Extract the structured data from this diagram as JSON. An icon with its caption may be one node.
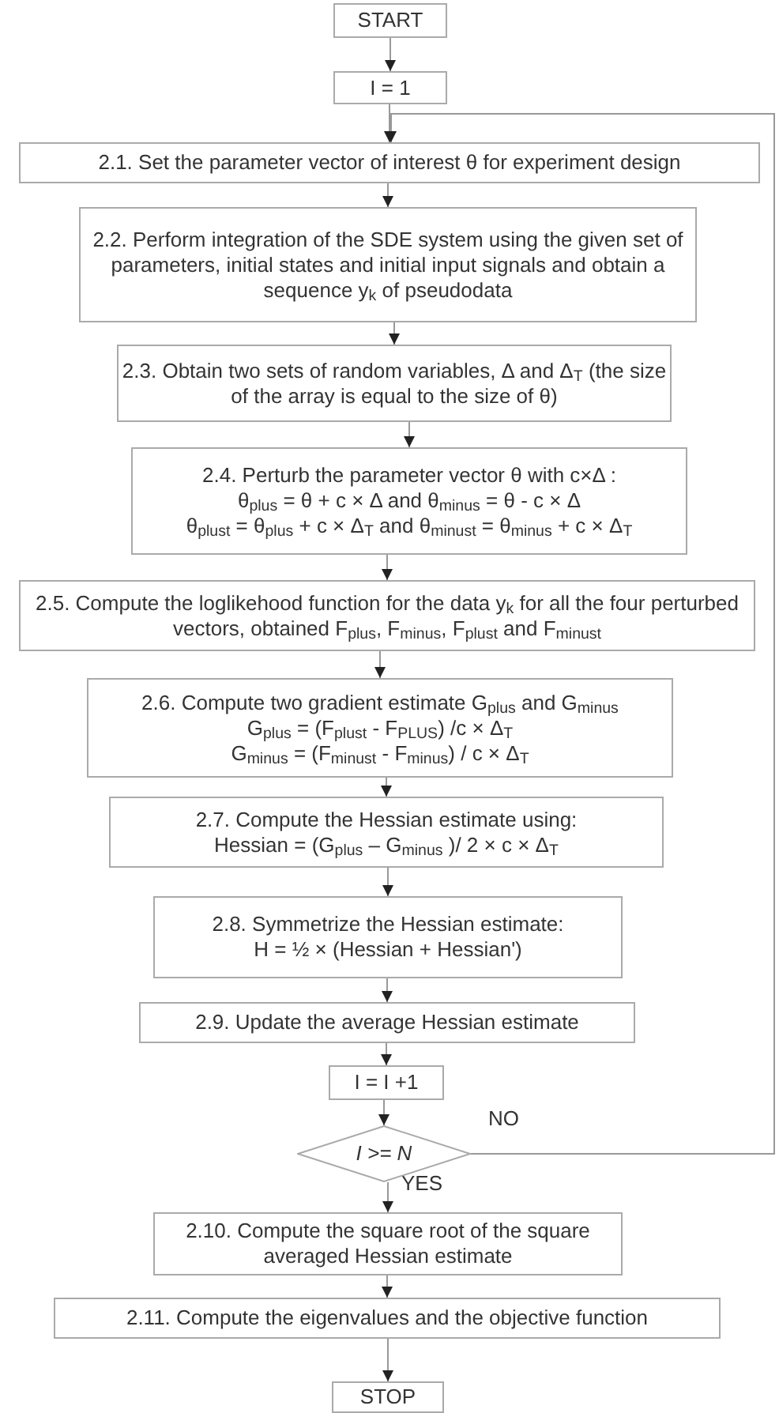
{
  "diagram": {
    "nodes": [
      {
        "text": [
          "START"
        ]
      },
      {
        "text": [
          "I = 1"
        ]
      },
      {
        "text": [
          "2.1. Set the parameter vector of interest θ for experiment design"
        ]
      },
      {
        "text": [
          "2.2. Perform integration of the SDE system using the given set of parameters, initial states and initial input signals and obtain a sequence y$_{k}$ of pseudodata"
        ]
      },
      {
        "text": [
          "2.3. Obtain two sets of random variables, Δ and Δ$_{T}$ (the size of the array is equal to the size of θ)"
        ]
      },
      {
        "text": [
          "2.4. Perturb the  parameter vector θ with c×Δ :",
          "θ$_{plus}$ =  θ + c × Δ  and θ$_{minus}$ = θ - c × Δ",
          "θ$_{plust}$ =  θ$_{plus}$ + c × Δ$_{T}$ and θ$_{minust}$  = θ$_{minus}$ + c × Δ$_{T}$"
        ]
      },
      {
        "text": [
          "2.5. Compute the loglikehood function for the data y$_{k}$ for all the four perturbed vectors, obtained F$_{plus}$, F$_{minus}$, F$_{plust}$ and F$_{minust}$"
        ]
      },
      {
        "text": [
          "2.6. Compute two gradient estimate G$_{plus}$ and G$_{minus}$",
          "G$_{plus}$ = (F$_{plust}$ - F$_{PLUS}$) /c × Δ$_{T}$",
          "G$_{minus}$ = (F$_{minust}$ - F$_{minus}$) / c × Δ$_{T}$"
        ]
      },
      {
        "text": [
          "2.7. Compute the Hessian estimate using:",
          "Hessian = (G$_{plus}$ – G$_{minus}$ )/ 2 × c × Δ$_{T}$"
        ]
      },
      {
        "text": [
          "2.8. Symmetrize the Hessian estimate:",
          "H = ½ × (Hessian + Hessian')"
        ]
      },
      {
        "text": [
          "2.9. Update the average Hessian estimate"
        ]
      },
      {
        "text": [
          "I = I +1"
        ]
      },
      {
        "text": [
          "I >= N"
        ]
      },
      {
        "text": [
          "2.10. Compute the square root of the square averaged Hessian estimate"
        ]
      },
      {
        "text": [
          "2.11. Compute the eigenvalues and the objective function"
        ]
      },
      {
        "text": [
          "STOP"
        ]
      }
    ],
    "edges": [
      {
        "from": 0,
        "to": 1,
        "arrow": "to"
      },
      {
        "from": 1,
        "to": 2,
        "arrow": "to"
      },
      {
        "from": 2,
        "to": 3,
        "arrow": "to"
      },
      {
        "from": 3,
        "to": 4,
        "arrow": "to"
      },
      {
        "from": 4,
        "to": 5,
        "arrow": "to"
      },
      {
        "from": 5,
        "to": 6,
        "arrow": "to"
      },
      {
        "from": 6,
        "to": 7,
        "arrow": "to"
      },
      {
        "from": 7,
        "to": 8,
        "arrow": "to"
      },
      {
        "from": 8,
        "to": 9,
        "arrow": "to"
      },
      {
        "from": 9,
        "to": 10,
        "arrow": "to"
      },
      {
        "from": 10,
        "to": 11,
        "arrow": "to"
      },
      {
        "from": 11,
        "to": 12,
        "arrow": "to"
      },
      {
        "from": 12,
        "to": 13,
        "arrow": "to",
        "label": "YES"
      },
      {
        "from": 13,
        "to": 14,
        "arrow": "to"
      },
      {
        "from": 14,
        "to": 15,
        "arrow": "to"
      },
      {
        "from": 12,
        "to": 2,
        "arrow": "to",
        "label": "NO"
      }
    ]
  }
}
